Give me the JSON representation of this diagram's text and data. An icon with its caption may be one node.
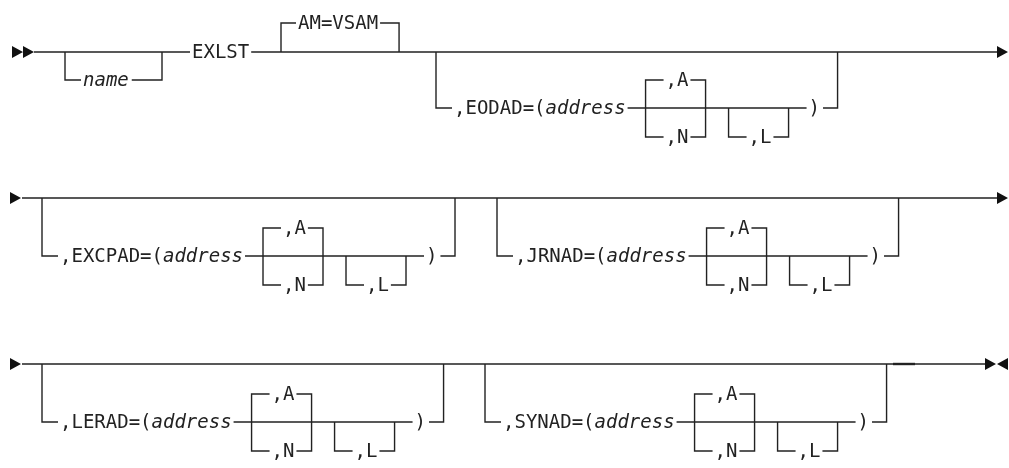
{
  "diagram": {
    "labels": [
      "name",
      "EXLST",
      "AM=VSAM",
      ",EODAD=(*address*",
      ",A",
      ",N",
      ",L",
      ")",
      ",EXCPAD=(*address*",
      ",A",
      ",N",
      ",L",
      ")",
      ",JRNAD=(*address*",
      ",A",
      ",N",
      ",L",
      ")",
      ",LERAD=(*address*",
      ",A",
      ",N",
      ",L",
      ")",
      ",SYNAD=(*address*",
      ",A",
      ",N",
      ",L",
      ")"
    ]
  }
}
